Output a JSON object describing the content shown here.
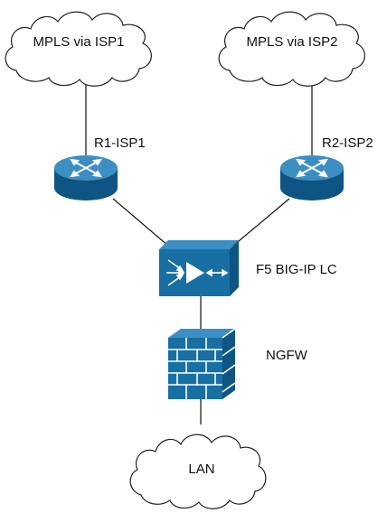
{
  "nodes": {
    "cloud_isp1": {
      "label": "MPLS via ISP1",
      "icon": "cloud-icon"
    },
    "cloud_isp2": {
      "label": "MPLS via ISP2",
      "icon": "cloud-icon"
    },
    "router1": {
      "label": "R1-ISP1",
      "icon": "router-icon"
    },
    "router2": {
      "label": "R2-ISP2",
      "icon": "router-icon"
    },
    "f5": {
      "label": "F5 BIG-IP LC",
      "icon": "load-balancer-icon"
    },
    "ngfw": {
      "label": "NGFW",
      "icon": "firewall-icon"
    },
    "cloud_lan": {
      "label": "LAN",
      "icon": "cloud-icon"
    }
  },
  "colors": {
    "device_fill": "#176fa3",
    "device_dark": "#0e5583",
    "device_top": "#3c8fc2",
    "cloud_stroke": "#222222",
    "line": "#111111"
  }
}
